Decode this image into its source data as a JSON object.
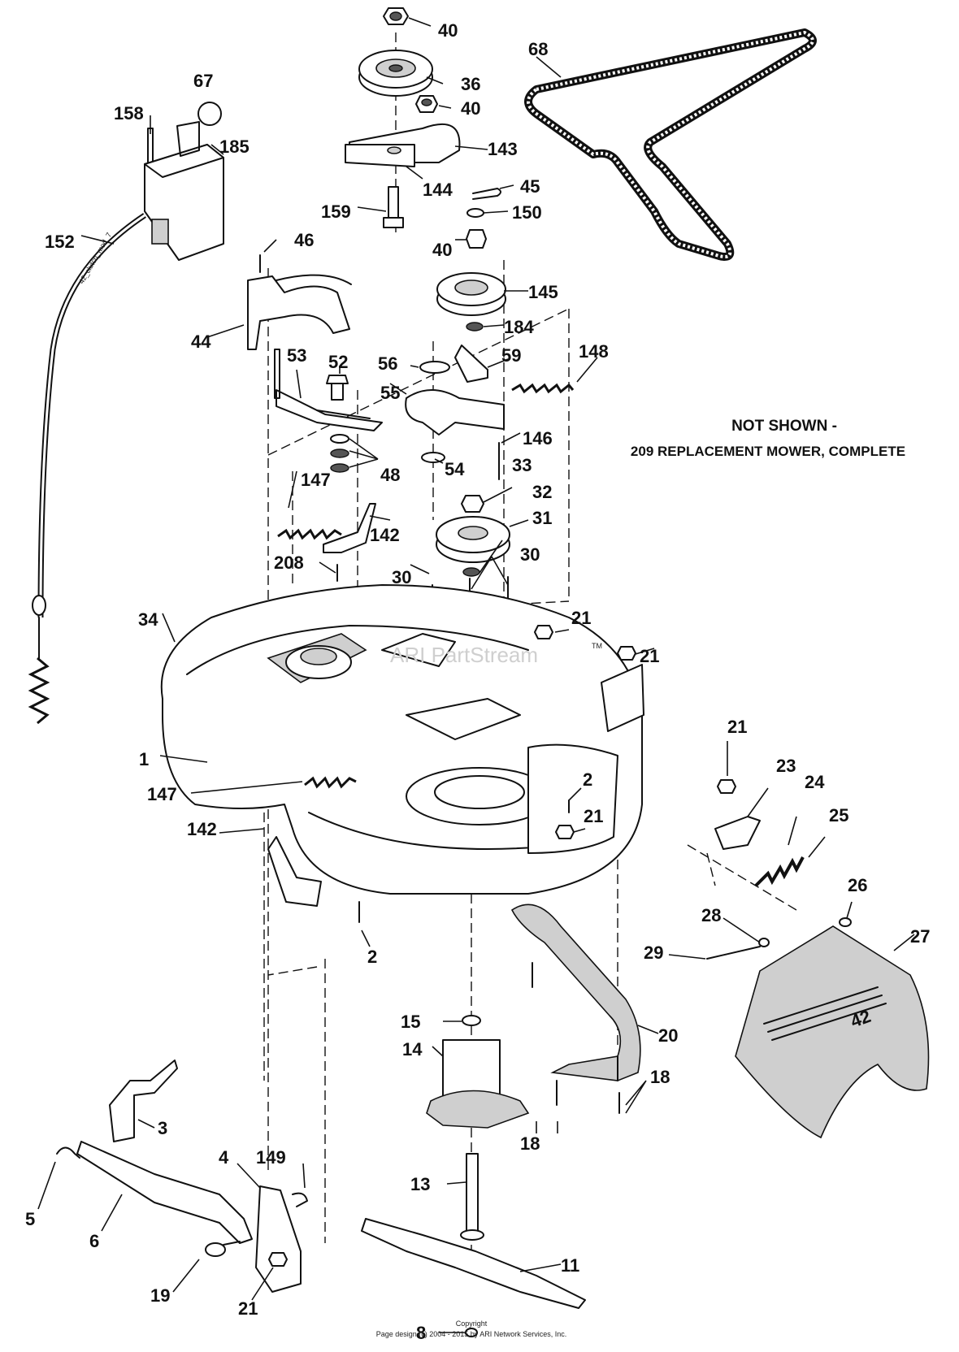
{
  "note_line1": "NOT SHOWN -",
  "note_line2": "209 REPLACEMENT MOWER, COMPLETE",
  "cable_text": "42_clutch_mod_7",
  "watermark": "ARI PartStream",
  "watermark_tm": "TM",
  "deck_badge": "42",
  "footer_copyright": "Copyright",
  "footer_design": "Page design (c) 2004 - 2015 by ARI Network Services, Inc.",
  "callouts": [
    {
      "label": "40"
    },
    {
      "label": "36"
    },
    {
      "label": "40"
    },
    {
      "label": "143"
    },
    {
      "label": "144"
    },
    {
      "label": "159"
    },
    {
      "label": "68"
    },
    {
      "label": "67"
    },
    {
      "label": "158"
    },
    {
      "label": "185"
    },
    {
      "label": "152"
    },
    {
      "label": "45"
    },
    {
      "label": "150"
    },
    {
      "label": "40"
    },
    {
      "label": "46"
    },
    {
      "label": "145"
    },
    {
      "label": "184"
    },
    {
      "label": "44"
    },
    {
      "label": "59"
    },
    {
      "label": "148"
    },
    {
      "label": "53"
    },
    {
      "label": "52"
    },
    {
      "label": "56"
    },
    {
      "label": "55"
    },
    {
      "label": "146"
    },
    {
      "label": "48"
    },
    {
      "label": "54"
    },
    {
      "label": "33"
    },
    {
      "label": "147"
    },
    {
      "label": "32"
    },
    {
      "label": "31"
    },
    {
      "label": "142"
    },
    {
      "label": "208"
    },
    {
      "label": "30"
    },
    {
      "label": "30"
    },
    {
      "label": "21"
    },
    {
      "label": "34"
    },
    {
      "label": "21"
    },
    {
      "label": "21"
    },
    {
      "label": "1"
    },
    {
      "label": "23"
    },
    {
      "label": "24"
    },
    {
      "label": "147"
    },
    {
      "label": "2"
    },
    {
      "label": "21"
    },
    {
      "label": "25"
    },
    {
      "label": "142"
    },
    {
      "label": "26"
    },
    {
      "label": "2"
    },
    {
      "label": "28"
    },
    {
      "label": "27"
    },
    {
      "label": "29"
    },
    {
      "label": "15"
    },
    {
      "label": "20"
    },
    {
      "label": "14"
    },
    {
      "label": "18"
    },
    {
      "label": "3"
    },
    {
      "label": "18"
    },
    {
      "label": "149"
    },
    {
      "label": "4"
    },
    {
      "label": "13"
    },
    {
      "label": "5"
    },
    {
      "label": "6"
    },
    {
      "label": "11"
    },
    {
      "label": "19"
    },
    {
      "label": "21"
    },
    {
      "label": "8"
    }
  ]
}
